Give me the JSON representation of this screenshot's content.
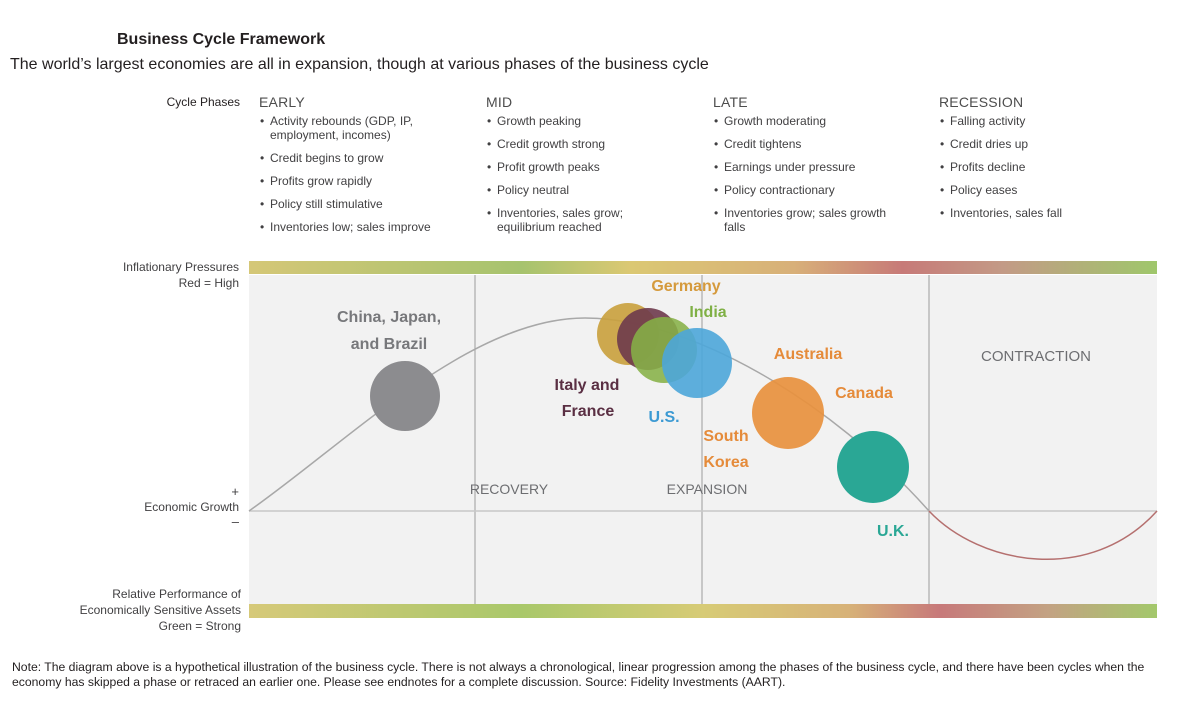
{
  "title": "Business Cycle Framework",
  "subtitle": "The world’s largest economies are all in expansion, though at various phases of the business cycle",
  "cycle_phases_label": "Cycle Phases",
  "phases": [
    {
      "name": "EARLY",
      "bullets": [
        "Activity rebounds (GDP, IP, employment, incomes)",
        "Credit begins to grow",
        "Profits grow rapidly",
        "Policy still stimulative",
        "Inventories low; sales improve"
      ]
    },
    {
      "name": "MID",
      "bullets": [
        "Growth peaking",
        "Credit growth strong",
        "Profit growth peaks",
        "Policy neutral",
        "Inventories, sales grow; equilibrium reached"
      ]
    },
    {
      "name": "LATE",
      "bullets": [
        "Growth moderating",
        "Credit tightens",
        "Earnings under pressure",
        "Policy contractionary",
        "Inventories grow; sales growth falls"
      ]
    },
    {
      "name": "RECESSION",
      "bullets": [
        "Falling activity",
        "Credit dries up",
        "Profits decline",
        "Policy eases",
        "Inventories, sales fall"
      ]
    }
  ],
  "inflation_label": {
    "line1": "Inflationary Pressures",
    "line2": "Red = High"
  },
  "growth_label": {
    "plus": "+",
    "text": "Economic Growth",
    "minus": "–"
  },
  "performance_label": {
    "line1": "Relative Performance of",
    "line2": "Economically Sensitive Assets",
    "line3": "Green = Strong"
  },
  "regions": {
    "recovery": "RECOVERY",
    "expansion": "EXPANSION",
    "contraction": "CONTRACTION"
  },
  "countries": {
    "china_line1": "China, Japan,",
    "china_line2": "and Brazil",
    "germany": "Germany",
    "india": "India",
    "italy_line1": "Italy and",
    "italy_line2": "France",
    "us": "U.S.",
    "australia": "Australia",
    "canada": "Canada",
    "south_korea_line1": "South",
    "south_korea_line2": "Korea",
    "uk": "U.K."
  },
  "colors": {
    "china": "#8c8c8f",
    "germany": "#c9a03c",
    "italy_france": "#6e3a4c",
    "india": "#86b047",
    "us": "#4ca6d9",
    "australia": "#e8913e",
    "uk": "#2aa795",
    "gradient_green": "#a9c86a",
    "gradient_yellow": "#d8c776",
    "gradient_red": "#c67c7a",
    "curve": "#a8a8a8",
    "contraction_curve": "#b5706f"
  },
  "note": "Note: The diagram above is a hypothetical illustration of the business cycle. There is not always a chronological, linear progression among the phases of the business cycle, and there have been cycles when the economy has skipped a phase or retraced an earlier one. Please see endnotes for a complete discussion. Source: Fidelity Investments (AART)."
}
